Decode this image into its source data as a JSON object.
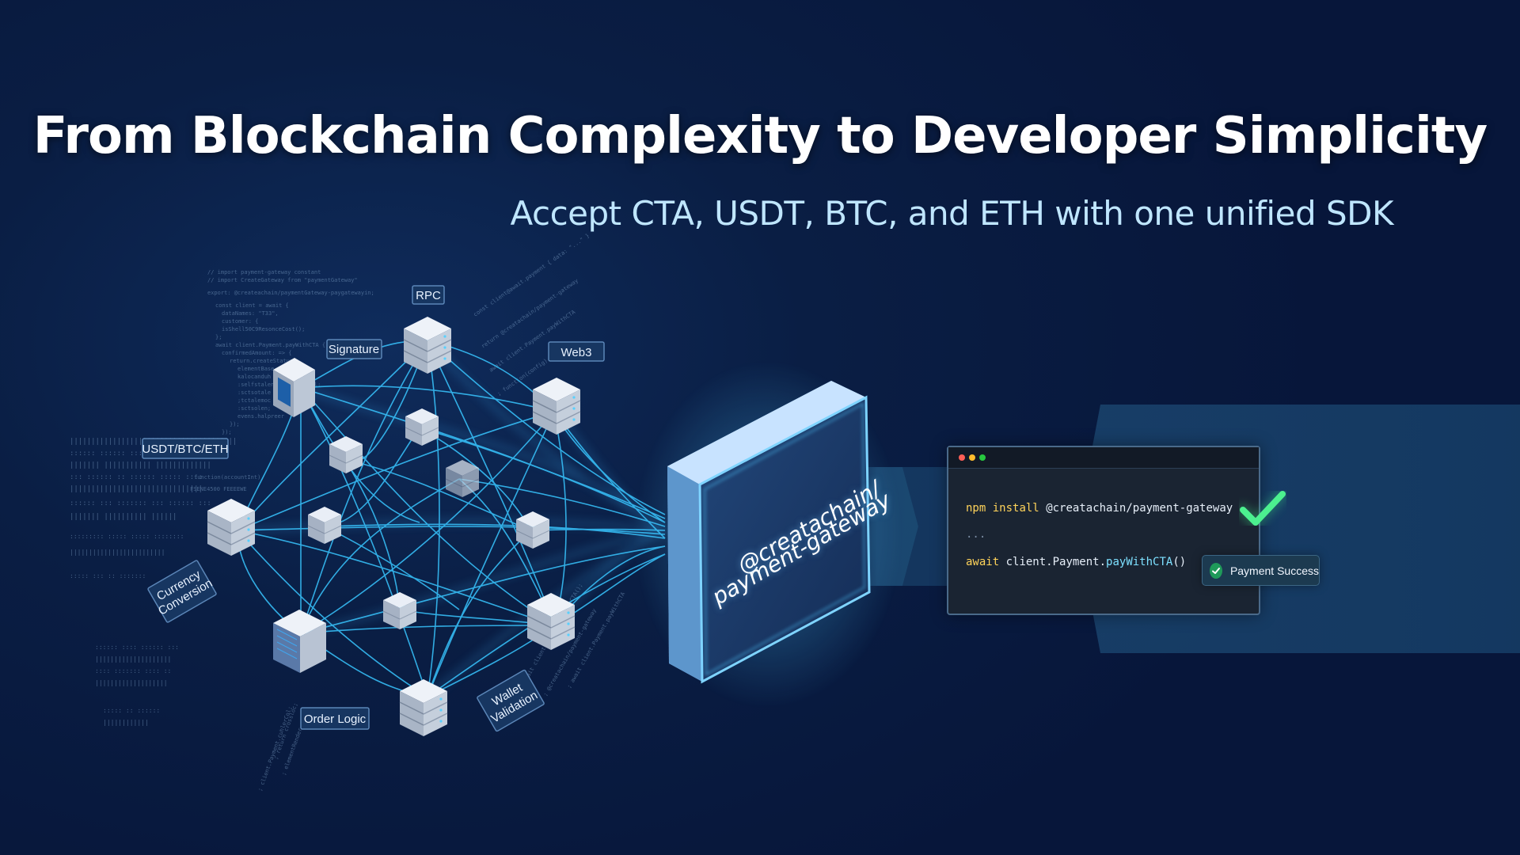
{
  "header": {
    "title": "From Blockchain Complexity to Developer Simplicity",
    "subtitle": "Accept CTA, USDT, BTC, and ETH with one unified SDK"
  },
  "nodes": {
    "rpc": "RPC",
    "signature": "Signature",
    "web3": "Web3",
    "currencies": "USDT/BTC/ETH",
    "currency_conversion": [
      "Currency",
      "Conversion"
    ],
    "order_logic": "Order Logic",
    "wallet_validation": [
      "Wallet",
      "Validation"
    ]
  },
  "chip": {
    "line1": "@creatachain/",
    "line2": "payment-gateway"
  },
  "terminal": {
    "install_cmd": "npm",
    "install_sub": "install",
    "install_pkg": "@creatachain/payment-gateway",
    "ellipsis": "...",
    "await_kw": "await",
    "call_obj": "client.Payment.",
    "call_fn": "payWithCTA",
    "call_parens": "()"
  },
  "status": {
    "success": "Payment Success"
  },
  "colors": {
    "accent": "#39c6ff",
    "success": "#3ddc84",
    "background": "#0a1e44"
  },
  "icons": [
    "server-stack-icon",
    "check-icon",
    "check-circle-icon"
  ]
}
